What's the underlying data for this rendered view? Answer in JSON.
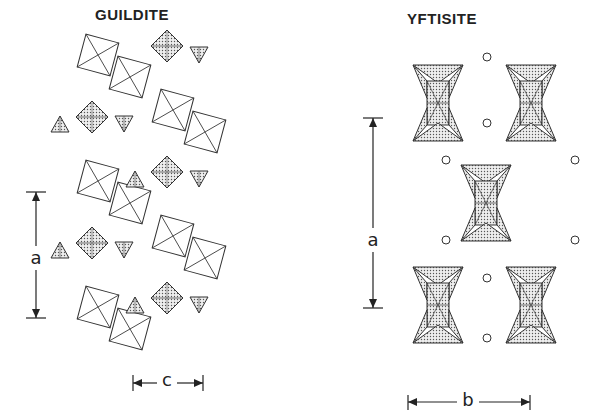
{
  "diagram": {
    "labels": [
      "GUILDITE",
      "YFTISITE",
      "a",
      "c",
      "a",
      "b"
    ]
  }
}
